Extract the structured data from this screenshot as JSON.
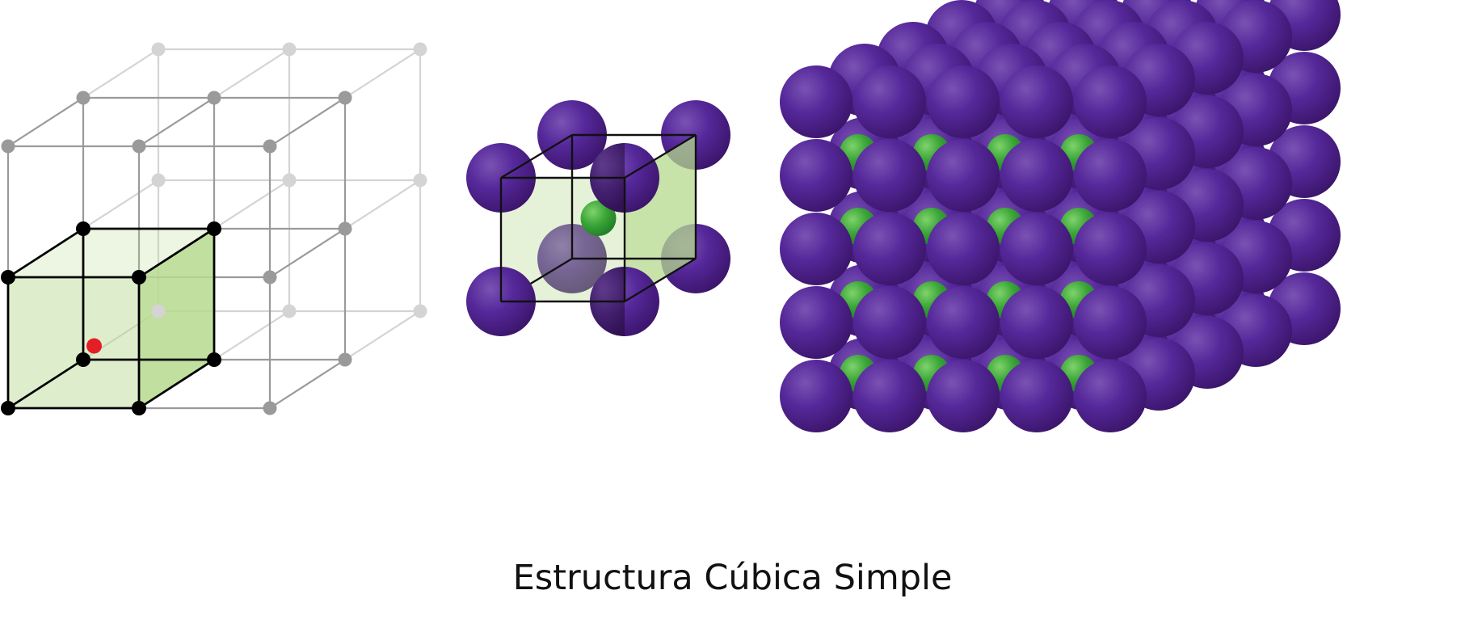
{
  "caption": "Estructura Cúbica Simple",
  "colors": {
    "lattice_black": "#000000",
    "lattice_gray": "#9a9a9a",
    "lattice_light": "#d4d4d4",
    "cell_fill": "#b6d98e",
    "cell_marker": "#e41e26",
    "anion_purple": "#4b1d82",
    "cation_green": "#3aa537",
    "text": "#111111"
  },
  "panels": [
    {
      "name": "lattice-diagram",
      "description_icon": "cubic-lattice-icon"
    },
    {
      "name": "unit-cell-model",
      "description_icon": "unit-cell-spheres-icon"
    },
    {
      "name": "crystal-packing-model",
      "description_icon": "crystal-block-icon"
    }
  ]
}
